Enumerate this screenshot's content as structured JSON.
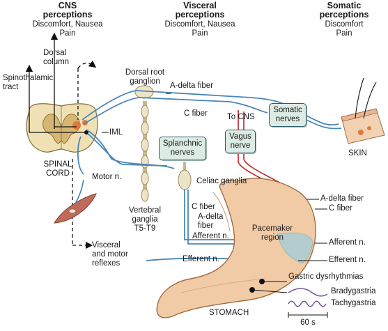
{
  "headers": {
    "cns": {
      "title": "CNS",
      "title2": "perceptions",
      "line1": "Discomfort, Nausea",
      "line2": "Pain"
    },
    "visceral": {
      "title": "Visceral",
      "title2": "perceptions",
      "line1": "Discomfort, Nausea",
      "line2": "Pain"
    },
    "somatic": {
      "title": "Somatic",
      "title2": "perceptions",
      "line1": "Discomfort",
      "line2": "Pain"
    }
  },
  "labels": {
    "dorsal_column_1": "Dorsal",
    "dorsal_column_2": "column",
    "spinothalamic_1": "Spinothalamic",
    "spinothalamic_2": "tract",
    "drg_1": "Dorsal root",
    "drg_2": "ganglion",
    "a_delta_top": "A-delta fiber",
    "c_fiber_top": "C fiber",
    "to_cns": "To CNS",
    "iml": "IML",
    "spinal_cord_1": "SPINAL",
    "spinal_cord_2": "CORD",
    "motor_n": "Motor n.",
    "celiac_ganglia": "Celiac ganglia",
    "vertebral_1": "Vertebral",
    "vertebral_2": "ganglia",
    "vertebral_3": "T5-T9",
    "c_fiber_mid": "C fiber",
    "a_delta_mid_1": "A-delta",
    "a_delta_mid_2": "fiber",
    "afferent_mid": "Afferent n.",
    "efferent_mid": "Efferent n.",
    "visceral_reflexes_1": "Visceral",
    "visceral_reflexes_2": "and motor",
    "visceral_reflexes_3": "reflexes",
    "a_delta_right": "A-delta fiber",
    "c_fiber_right": "C fiber",
    "afferent_right": "Afferent n.",
    "efferent_right": "Efferent n.",
    "pacemaker_1": "Pacemaker",
    "pacemaker_2": "region",
    "skin": "SKIN",
    "stomach": "STOMACH",
    "gastric_dysrhythmias": "Gastric dysrhythmias",
    "bradygastria": "Bradygastria",
    "tachygastria": "Tachygastria",
    "time_scale": "60 s"
  },
  "boxes": {
    "somatic_1": "Somatic",
    "somatic_2": "nerves",
    "vagus_1": "Vagus",
    "vagus_2": "nerve",
    "splanchnic_1": "Splanchnic",
    "splanchnic_2": "nerves"
  },
  "colors": {
    "nerve_blue": "#4a86b8",
    "nerve_red": "#c0202a",
    "stomach_fill": "#f1cba6",
    "stomach_edge": "#a06a40",
    "ganglion_fill": "#ece4c8",
    "box_fill": "#dcebe4",
    "brady_wave": "#7a5a9a",
    "tachy_wave": "#7a5a9a"
  }
}
